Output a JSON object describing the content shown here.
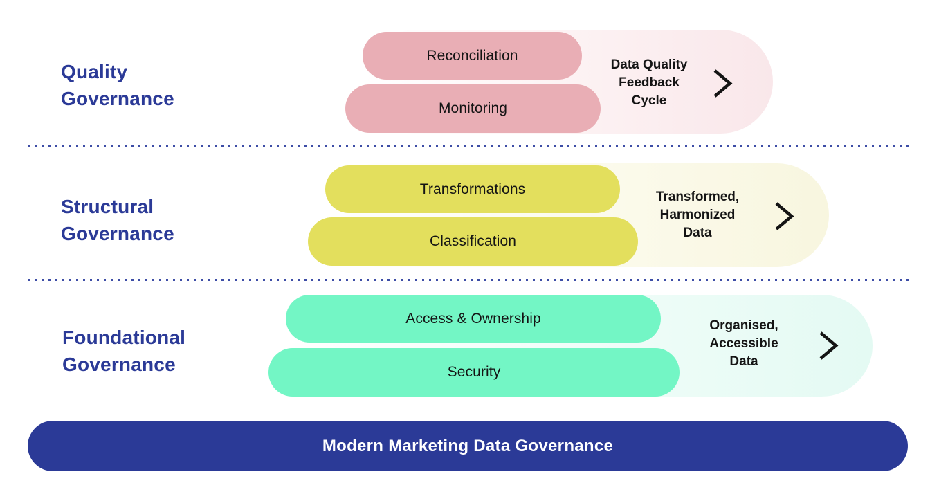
{
  "sections": [
    {
      "name": "Quality Governance",
      "label_lines": [
        "Quality",
        "Governance"
      ],
      "pills": [
        {
          "label": "Reconciliation"
        },
        {
          "label": "Monitoring"
        }
      ],
      "output_lines": [
        "Data Quality",
        "Feedback",
        "Cycle"
      ],
      "colors": {
        "pill": "#E9AEB5",
        "halo_end": "#F9E7EA"
      }
    },
    {
      "name": "Structural Governance",
      "label_lines": [
        "Structural",
        "Governance"
      ],
      "pills": [
        {
          "label": "Transformations"
        },
        {
          "label": "Classification"
        }
      ],
      "output_lines": [
        "Transformed,",
        "Harmonized",
        "Data"
      ],
      "colors": {
        "pill": "#E3DF5D",
        "halo_end": "#F8F6DF"
      }
    },
    {
      "name": "Foundational Governance",
      "label_lines": [
        "Foundational",
        "Governance"
      ],
      "pills": [
        {
          "label": "Access & Ownership"
        },
        {
          "label": "Security"
        }
      ],
      "output_lines": [
        "Organised,",
        "Accessible",
        "Data"
      ],
      "colors": {
        "pill": "#73F6C5",
        "halo_end": "#E4FAF3"
      }
    }
  ],
  "banner": {
    "label": "Modern Marketing Data Governance",
    "bg": "#2B3A97",
    "text_color": "#FFFFFF"
  },
  "accent_text_color": "#2B3A97",
  "divider_color": "#3D4DA6",
  "icons": {
    "chevron": "chevron-right-icon"
  }
}
